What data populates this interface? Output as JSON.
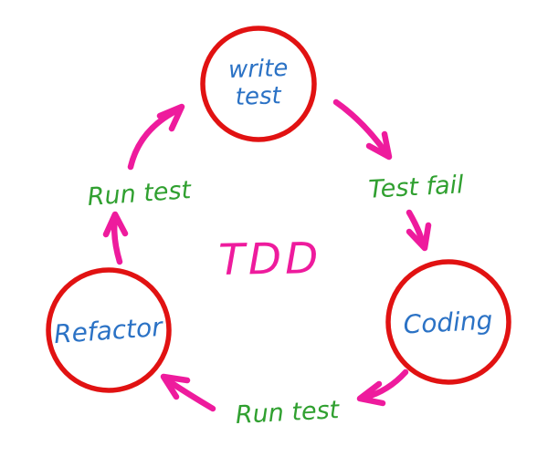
{
  "diagram": {
    "title": "TDD",
    "center_label": "TDD",
    "nodes": [
      {
        "id": "write-test",
        "lines": [
          "write",
          "test"
        ]
      },
      {
        "id": "coding",
        "lines": [
          "Coding"
        ]
      },
      {
        "id": "refactor",
        "lines": [
          "Refactor"
        ]
      }
    ],
    "edges": [
      {
        "id": "refactor-to-write-test",
        "label": "Run test"
      },
      {
        "id": "write-test-to-coding",
        "label": "Test fail"
      },
      {
        "id": "coding-to-refactor",
        "label": "Run test"
      }
    ],
    "colors": {
      "circle_stroke": "#e11212",
      "node_text": "#2b72c5",
      "edge_label_text": "#30a030",
      "arrow_and_title": "#ee1b9d",
      "background": "#ffffff"
    }
  }
}
